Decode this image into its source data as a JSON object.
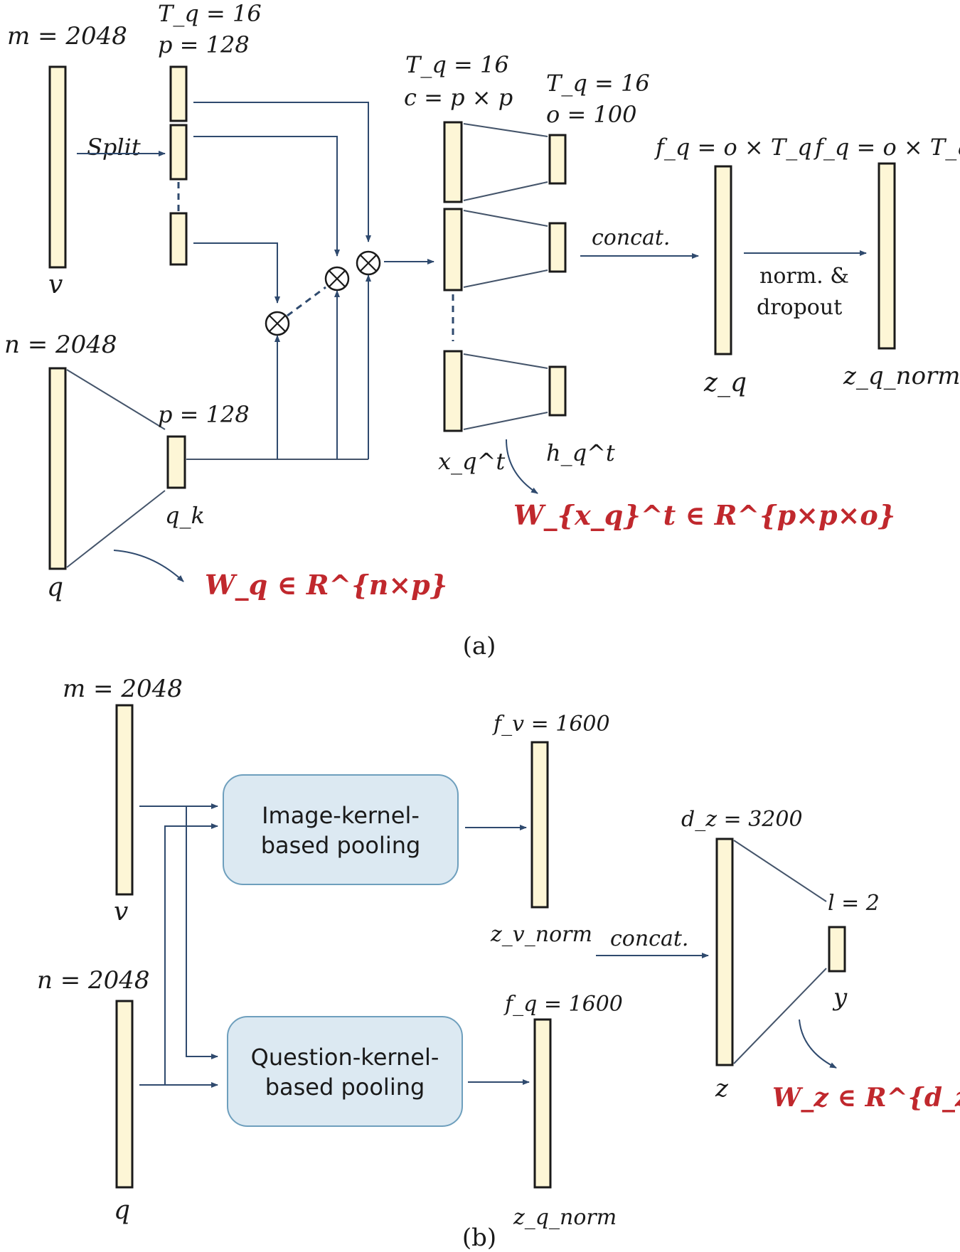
{
  "panel_a": {
    "caption": "(a)",
    "v_dim": "m = 2048",
    "v_label": "v",
    "split_dims_1": "T_q = 16",
    "split_dims_2": "p = 128",
    "split_label": "Split",
    "q_dim": "n = 2048",
    "q_label": "q",
    "qk_dim": "p = 128",
    "qk_label": "q_k",
    "wq_label": "W_q ∈ R^{n×p}",
    "x_dims_1": "T_q = 16",
    "x_dims_2": "c = p × p",
    "x_label": "x_q^t",
    "h_dims_1": "T_q = 16",
    "h_dims_2": "o = 100",
    "h_label": "h_q^t",
    "wx_label": "W_{x_q}^t ∈ R^{p×p×o}",
    "concat_label": "concat.",
    "zq_dim": "f_q = o × T_q",
    "zq_label": "z_q",
    "norm_label_1": "norm. &",
    "norm_label_2": "dropout",
    "zqn_dim": "f_q = o × T_q",
    "zqn_label": "z_q_norm"
  },
  "panel_b": {
    "caption": "(b)",
    "v_dim": "m = 2048",
    "v_label": "v",
    "q_dim": "n = 2048",
    "q_label": "q",
    "image_pool_1": "Image-kernel-",
    "image_pool_2": "based pooling",
    "question_pool_1": "Question-kernel-",
    "question_pool_2": "based pooling",
    "fv_dim": "f_v = 1600",
    "zvn_label": "z_v_norm",
    "fq_dim": "f_q = 1600",
    "zqn_label": "z_q_norm",
    "concat_label": "concat.",
    "z_dim": "d_z = 3200",
    "z_label": "z",
    "y_dim": "l = 2",
    "y_label": "y",
    "wz_label": "W_z ∈ R^{d_z×l}"
  },
  "colors": {
    "bar_fill": "#fdf6d6",
    "box_fill": "#dce9f2",
    "weight_text": "#c0282d",
    "arrow": "#2f4a6e"
  }
}
